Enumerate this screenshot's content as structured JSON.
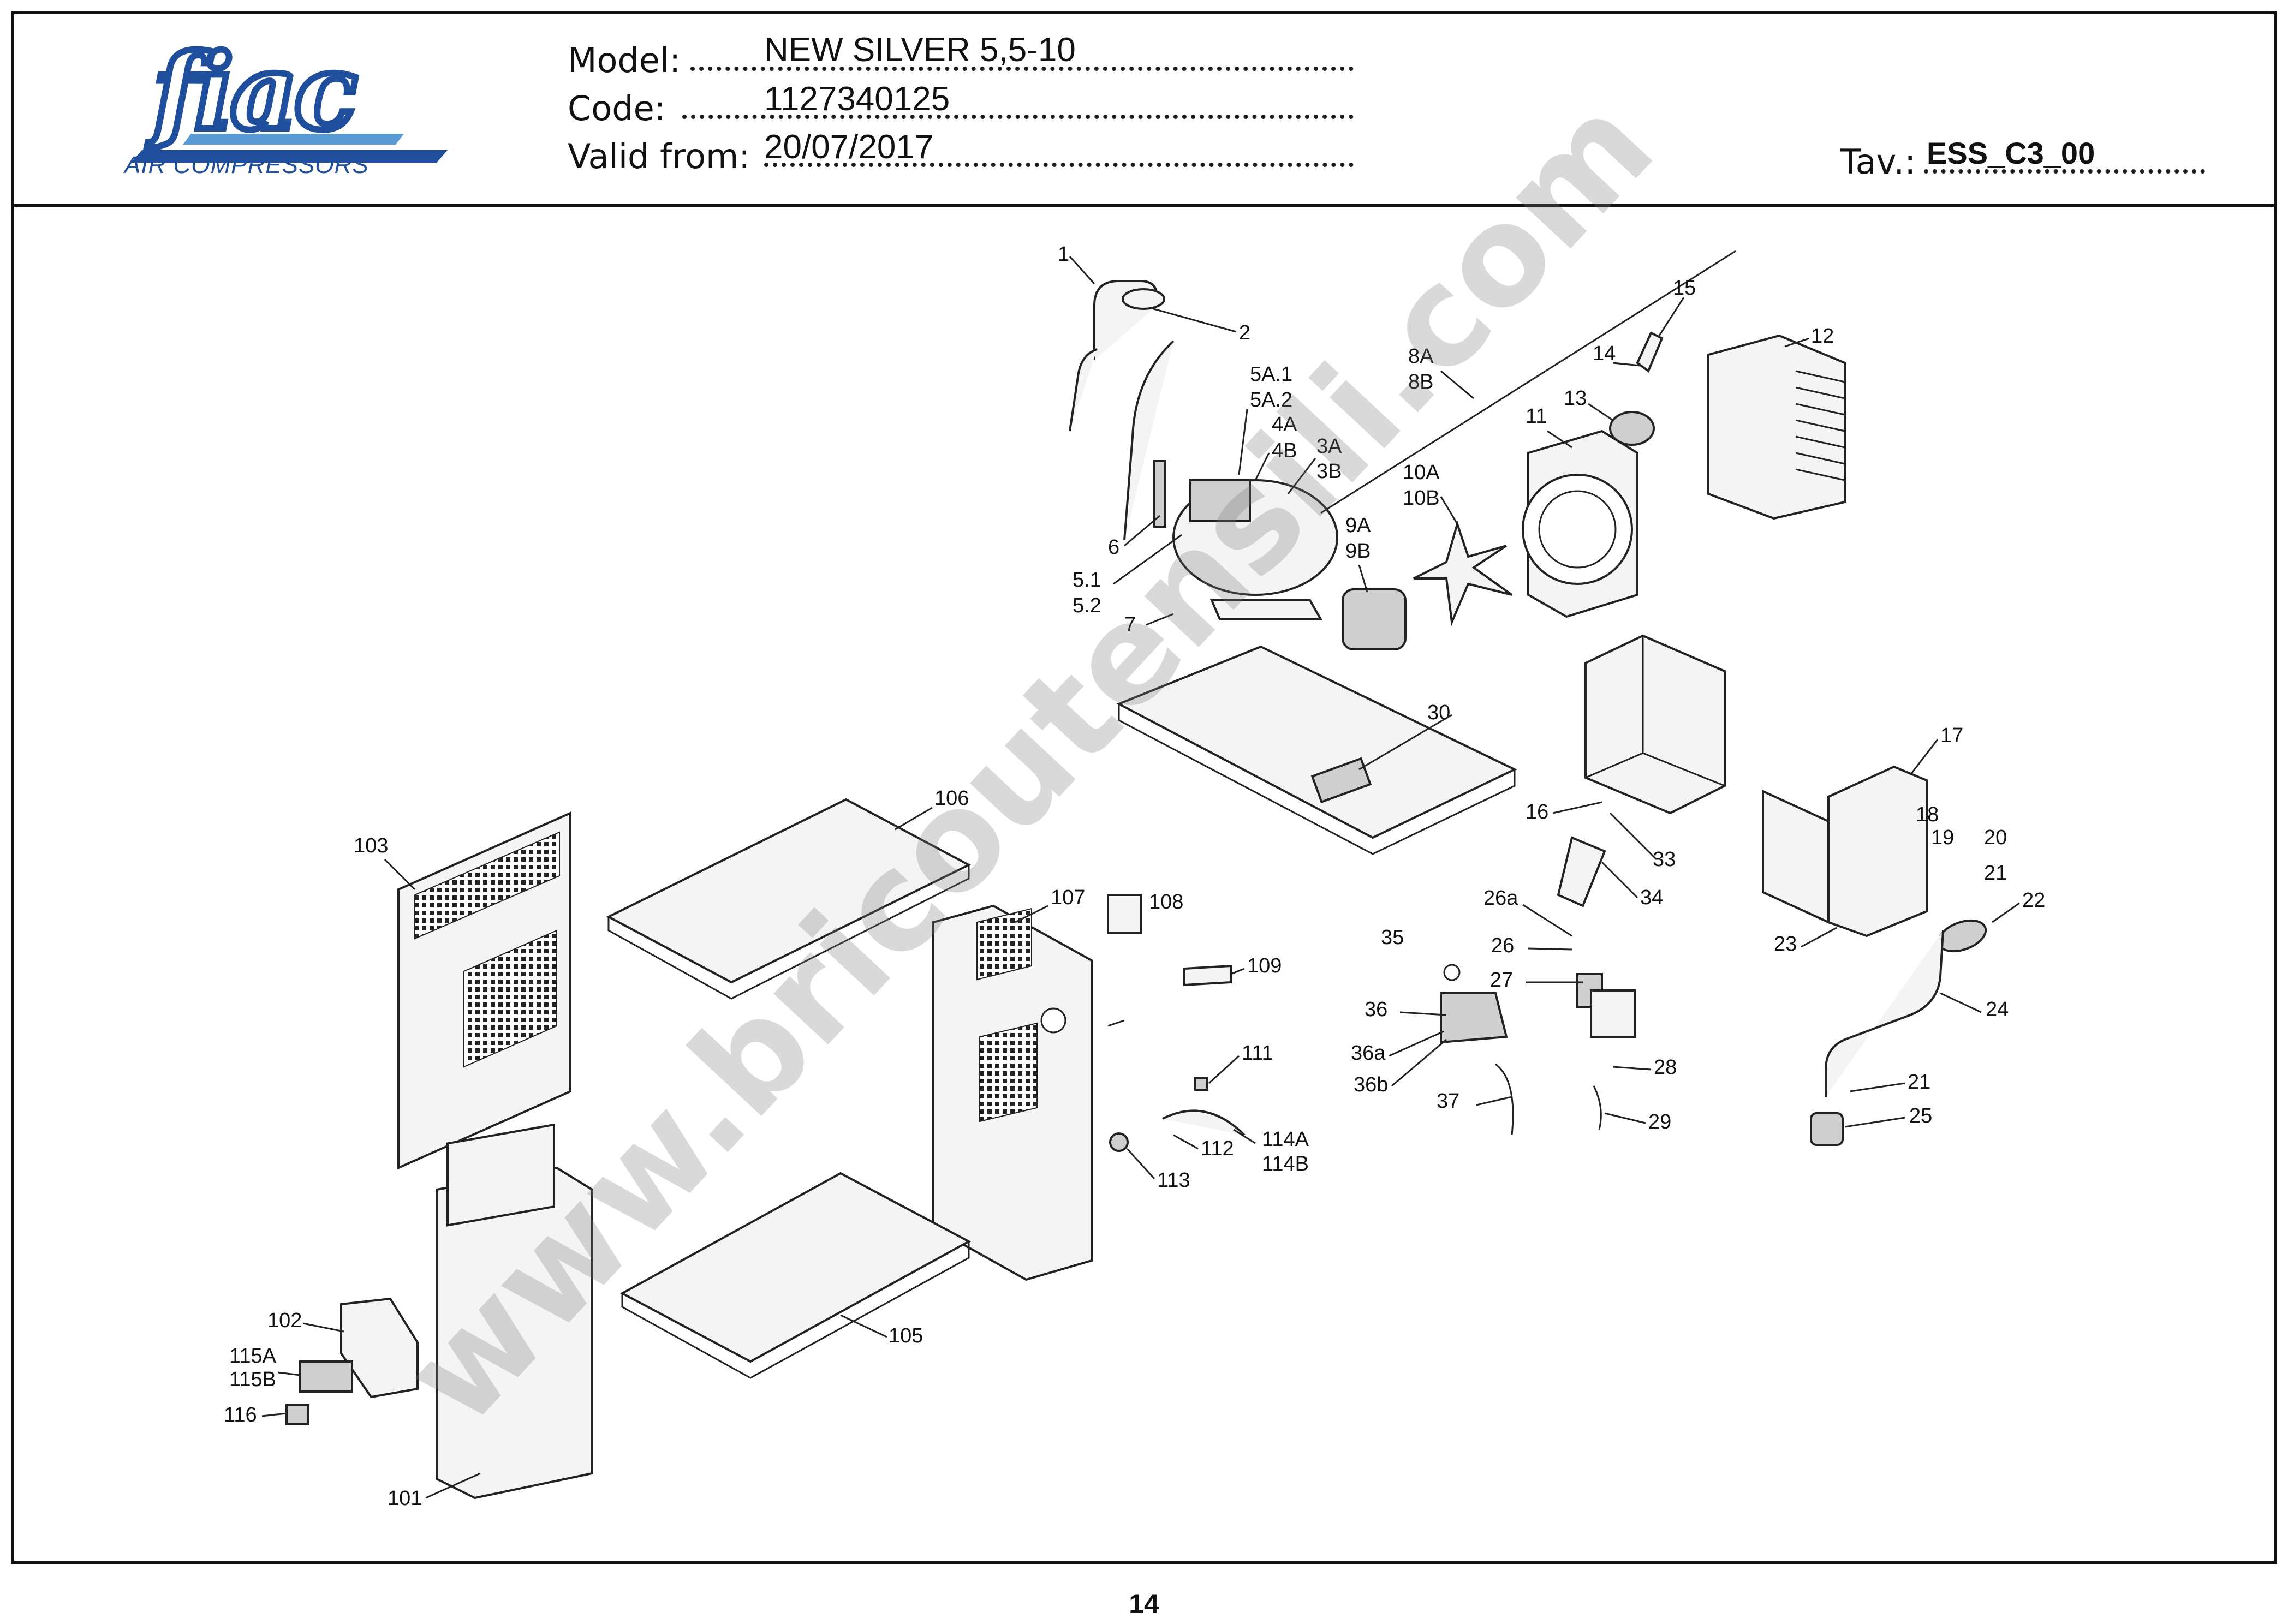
{
  "header": {
    "brand_name": "fiac",
    "brand_tagline": "AIR COMPRESSORS",
    "model_label": "Model:",
    "model_value": "NEW SILVER 5,5-10",
    "code_label": "Code:",
    "code_value": "1127340125",
    "valid_label": "Valid from:",
    "valid_value": "20/07/2017",
    "tav_label": "Tav.:",
    "tav_value": "ESS_C3_00"
  },
  "brand_colors": {
    "logo_blue": "#1f4e9c",
    "logo_light_blue": "#5b9bd5"
  },
  "watermark": "www.bricoutensili.com",
  "callouts": [
    "1",
    "2",
    "3A",
    "3B",
    "4A",
    "4B",
    "5A.1",
    "5A.2",
    "5.1",
    "5.2",
    "6",
    "7",
    "8A",
    "8B",
    "9A",
    "9B",
    "10A",
    "10B",
    "11",
    "12",
    "13",
    "14",
    "15",
    "16",
    "17",
    "18",
    "19",
    "20",
    "21",
    "21",
    "22",
    "23",
    "24",
    "25",
    "26",
    "26a",
    "27",
    "28",
    "29",
    "30",
    "33",
    "34",
    "35",
    "36",
    "36a",
    "36b",
    "37",
    "101",
    "102",
    "103",
    "105",
    "106",
    "107",
    "108",
    "109",
    "111",
    "112",
    "113",
    "114A",
    "114B",
    "115A",
    "115B",
    "116"
  ],
  "page_number": "14"
}
